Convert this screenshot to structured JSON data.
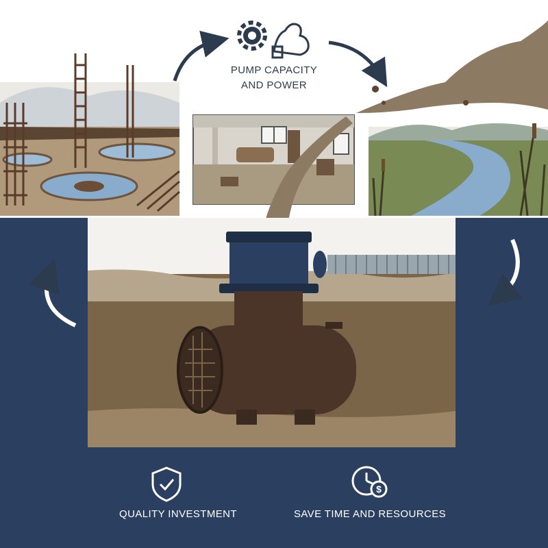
{
  "capacity": {
    "line1": "PUMP CAPACITY",
    "line2": "AND POWER"
  },
  "benefits": {
    "quality": "QUALITY INVESTMENT",
    "save": "SAVE TIME AND RESOURCES"
  },
  "icons": {
    "capacity": [
      "gear-icon",
      "flexed-arm-icon"
    ],
    "quality": "shield-check-icon",
    "save": "clock-dollar-icon"
  },
  "colors": {
    "navy": "#2b4060",
    "mud": "#7a6548",
    "water": "#8aaccc",
    "pump": "#4a3528"
  }
}
